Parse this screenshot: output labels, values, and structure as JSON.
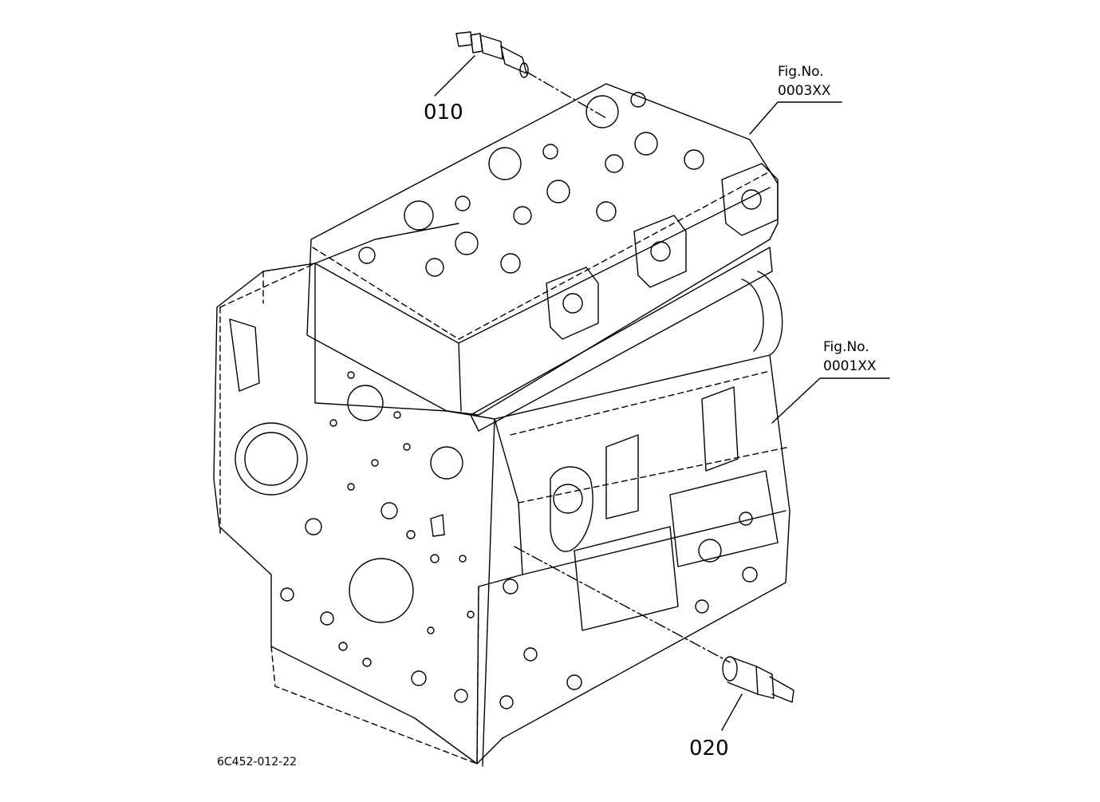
{
  "callouts": {
    "part_010": "010",
    "part_020": "020"
  },
  "figure_refs": {
    "head": {
      "label": "Fig.No.",
      "number": "0003XX"
    },
    "block": {
      "label": "Fig.No.",
      "number": "0001XX"
    }
  },
  "drawing_number": "6C452-012-22",
  "colors": {
    "line": "#000000",
    "background": "#ffffff"
  },
  "icons": {
    "part_010": "temperature-sensor-icon",
    "part_020": "oil-pressure-switch-icon"
  }
}
